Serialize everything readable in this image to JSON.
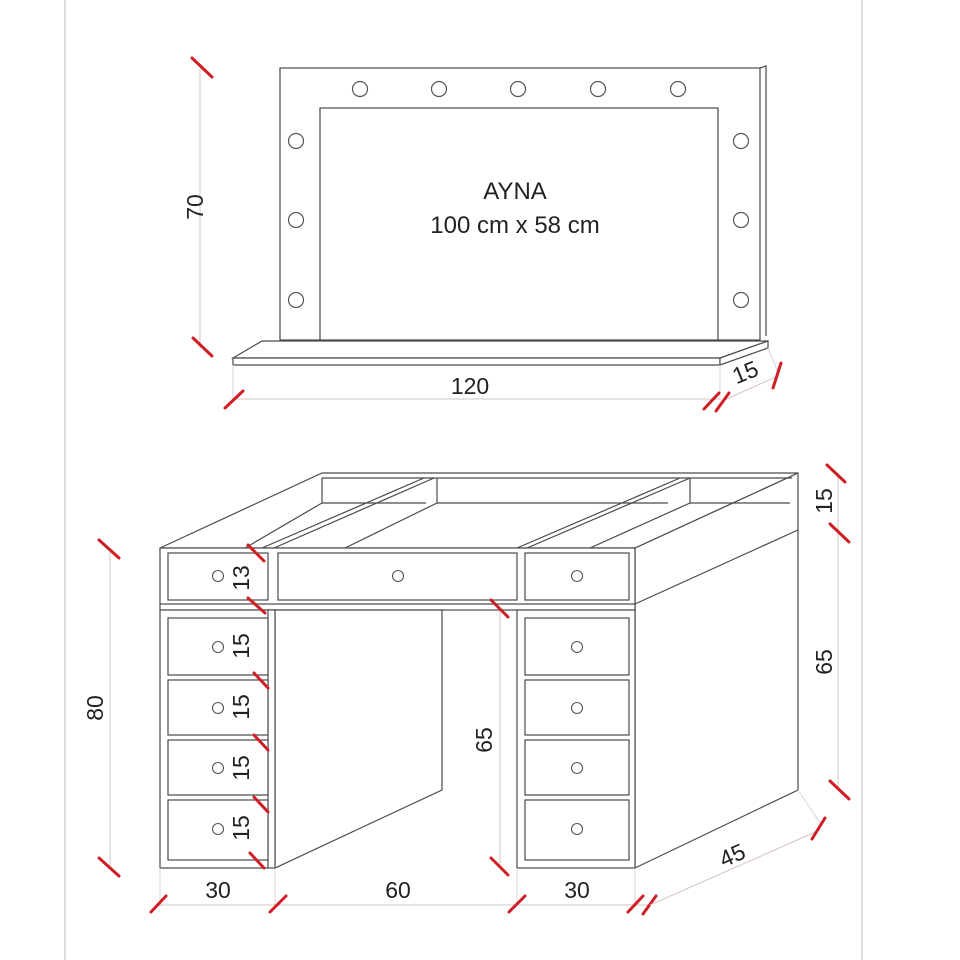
{
  "mirror": {
    "title": "AYNA",
    "size": "100 cm x 58 cm"
  },
  "mirror_dimensions": {
    "height": "70",
    "width": "120",
    "shelf_depth": "15"
  },
  "desk_dimensions": {
    "top_height": "15",
    "top_drawer": "13",
    "drawers": [
      "15",
      "15",
      "15",
      "15"
    ],
    "total_height": "80",
    "knee_height": "65",
    "side_height": "65",
    "widths": [
      "30",
      "60",
      "30"
    ],
    "depth": "45"
  },
  "colors": {
    "outline": "#4a4a4a",
    "dimension_tick": "#d01e26",
    "dimension_line": "#d6c3c3",
    "background": "#ffffff"
  }
}
